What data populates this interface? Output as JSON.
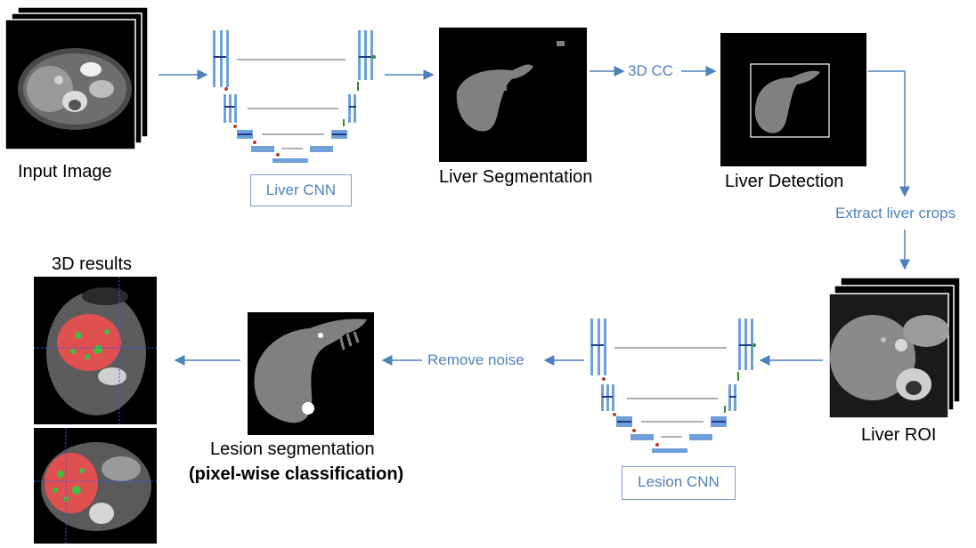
{
  "labels": {
    "input_image": "Input Image",
    "liver_cnn": "Liver CNN",
    "liver_segmentation": "Liver Segmentation",
    "cc3d": "3D CC",
    "liver_detection": "Liver Detection",
    "extract_crops": "Extract liver crops",
    "liver_roi": "Liver ROI",
    "lesion_cnn": "Lesion CNN",
    "remove_noise": "Remove noise",
    "lesion_segmentation": "Lesion segmentation",
    "pixel_wise": "(pixel-wise classification)",
    "results_3d": "3D results"
  },
  "colors": {
    "arrow": "#4f81bd",
    "label_blue": "#4f81bd",
    "unet_block": "#6fa0d8",
    "unet_arrow_dark": "#1f3a8a",
    "unet_skip": "#b0b0b0",
    "liver_mask": "#808080",
    "lesion_red": "#e05050",
    "lesion_green": "#40c040"
  },
  "icons": [
    "ct-scan-stack",
    "unet-architecture",
    "arrow-right",
    "arrow-down",
    "arrow-left"
  ]
}
